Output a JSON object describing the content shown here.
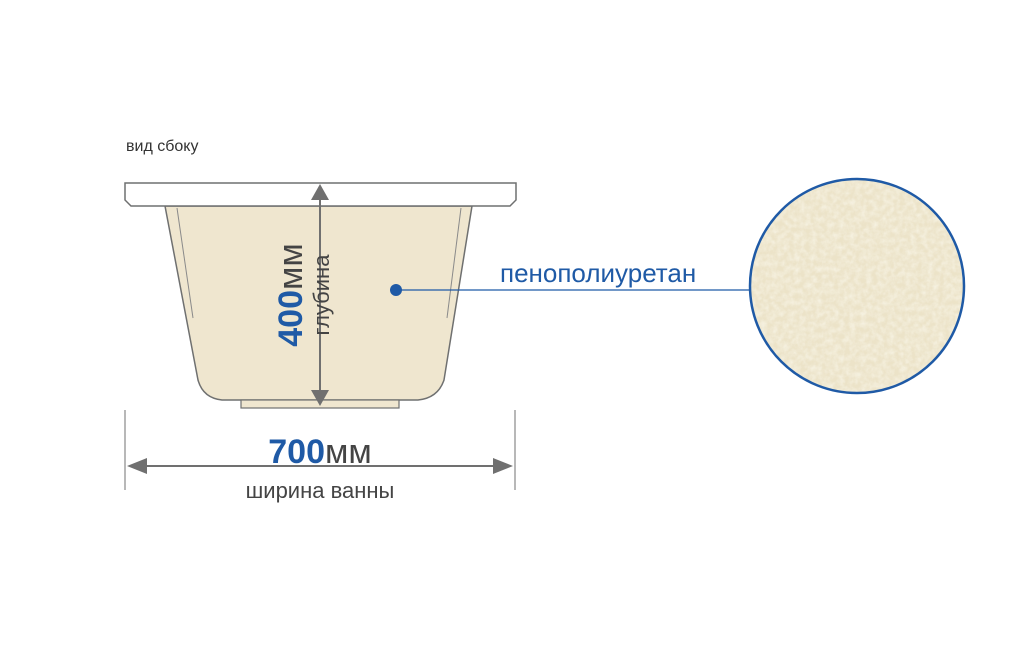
{
  "view_caption": "вид сбоку",
  "dimensions": {
    "depth": {
      "value": "400",
      "unit": "мм",
      "caption": "глубина"
    },
    "width": {
      "value": "700",
      "unit": "мм",
      "caption": "ширина ванны"
    }
  },
  "material": {
    "label": "пенополиуретан"
  },
  "colors": {
    "accent": "#1f5aa6",
    "foam_fill": "#efe6cf",
    "outline": "#6f7070",
    "text": "#444444"
  }
}
